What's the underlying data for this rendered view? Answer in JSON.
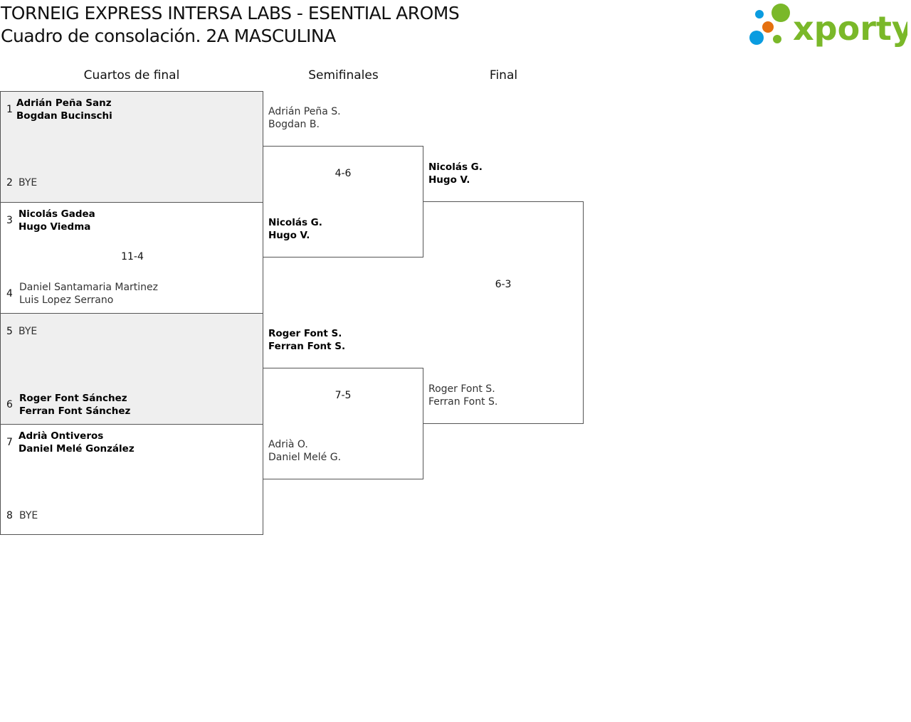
{
  "header": {
    "title": "TORNEIG EXPRESS INTERSA LABS - ESENTIAL AROMS",
    "subtitle": "Cuadro de consolación. 2A MASCULINA",
    "logo_text": "xporty"
  },
  "rounds": [
    "Cuartos de final",
    "Semifinales",
    "Final"
  ],
  "quarterfinals": [
    {
      "seed_a": "1",
      "team_a": [
        "Adrián Peña Sanz",
        "Bogdan Bucinschi"
      ],
      "seed_b": "2",
      "team_b": [
        "BYE"
      ],
      "score": ""
    },
    {
      "seed_a": "3",
      "team_a": [
        "Nicolás Gadea",
        "Hugo Viedma"
      ],
      "seed_b": "4",
      "team_b": [
        "Daniel Santamaria Martinez",
        "Luis Lopez Serrano"
      ],
      "score": "11-4"
    },
    {
      "seed_a": "5",
      "team_a": [
        "BYE"
      ],
      "seed_b": "6",
      "team_b": [
        "Roger Font Sánchez",
        "Ferran Font Sánchez"
      ],
      "score": ""
    },
    {
      "seed_a": "7",
      "team_a": [
        "Adrià Ontiveros",
        "Daniel Melé González"
      ],
      "seed_b": "8",
      "team_b": [
        "BYE"
      ],
      "score": ""
    }
  ],
  "semifinals": [
    {
      "team_a": [
        "Adrián Peña S.",
        "Bogdan B."
      ],
      "team_b": [
        "Nicolás G.",
        "Hugo V."
      ],
      "score": "4-6"
    },
    {
      "team_a": [
        "Roger Font S.",
        "Ferran Font S."
      ],
      "team_b": [
        "Adrià O.",
        "Daniel Melé G."
      ],
      "score": "7-5"
    }
  ],
  "final": {
    "team_a": [
      "Nicolás G.",
      "Hugo V."
    ],
    "team_b": [
      "Roger Font S.",
      "Ferran Font S."
    ],
    "score": "6-3"
  },
  "colors": {
    "logo_green": "#7ab829",
    "logo_blue": "#0a9ce0",
    "logo_orange": "#e5700f",
    "bye_bg": "#efefef"
  }
}
